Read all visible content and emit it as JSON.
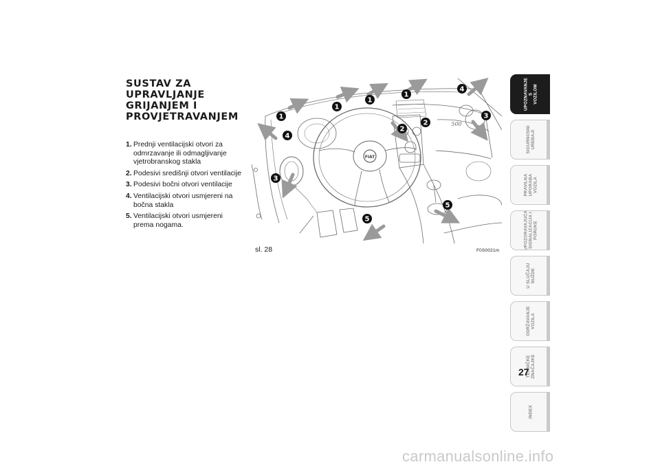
{
  "heading": {
    "lines": [
      "SUSTAV ZA",
      "UPRAVLJANJE",
      "GRIJANJEM I",
      "PROVJETRAVANJEM"
    ]
  },
  "legend": [
    {
      "num": "1.",
      "text": "Prednji ventilacijski otvori za odmrzavanje ili odmagljivanje vjetrobranskog stakla"
    },
    {
      "num": "2.",
      "text": "Podesivi središnji otvori ventilacije"
    },
    {
      "num": "3.",
      "text": "Podesivi bočni otvori ventilacije"
    },
    {
      "num": "4.",
      "text": "Ventilacijski otvori usmjereni na bočna stakla"
    },
    {
      "num": "5.",
      "text": "Ventilacijski otvori usmjereni prema nogama."
    }
  ],
  "figure": {
    "caption": "sl. 28",
    "code": "F0S0021m",
    "callouts": [
      "1",
      "1",
      "1",
      "1",
      "2",
      "2",
      "3",
      "3",
      "4",
      "4",
      "5",
      "5"
    ],
    "badge": "FIAT",
    "dash_logo": "500"
  },
  "tabs": [
    {
      "label": "UPOZNAVANJE\nS\nVOZILOM",
      "active": true
    },
    {
      "label": "SIGURNOSNI\nUREĐAJI",
      "active": false
    },
    {
      "label": "PRAVILNA\nUPORABA\nVOZILA",
      "active": false
    },
    {
      "label": "UPOZORAVAJUĆA\nSIGNALIZACIJA I\nPORUKE",
      "active": false
    },
    {
      "label": "U SLUČAJU\nNUŽDE",
      "active": false
    },
    {
      "label": "ODRŽAVANJE\nVOZILA",
      "active": false
    },
    {
      "label": "TEHNIČKE\nZNAČAJKE",
      "active": false
    },
    {
      "label": "INDEX",
      "active": false
    }
  ],
  "page_number": "27",
  "watermark": "carmanualsonline.info",
  "colors": {
    "tab_active": "#1c1c1c",
    "tab_inactive": "#f7f7f7",
    "tab_text": "#8a8a8a",
    "callout": "#111111",
    "arrow": "#9a9a9a"
  }
}
